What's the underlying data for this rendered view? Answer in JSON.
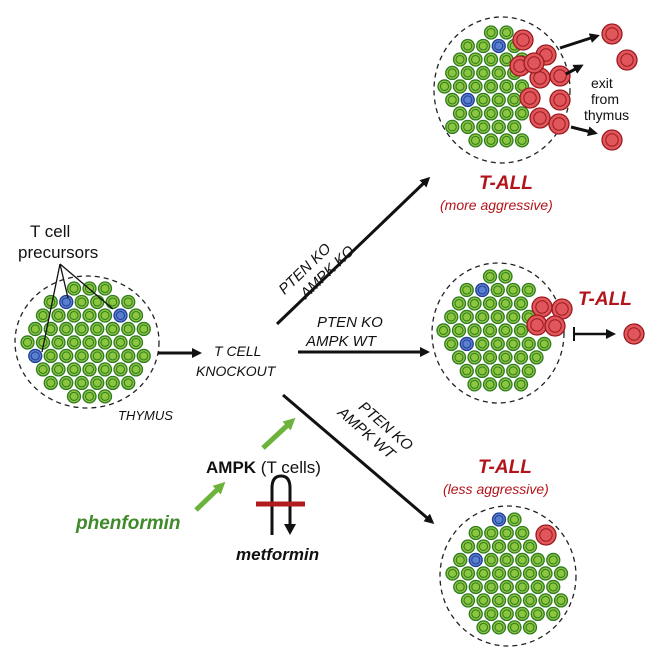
{
  "labels": {
    "precursors_line1": "T cell",
    "precursors_line2": "precursors",
    "thymus": "THYMUS",
    "tcell_ko_line1": "T CELL",
    "tcell_ko_line2": "KNOCKOUT",
    "upper_line1": "PTEN KO",
    "upper_line2": "AMPK KO",
    "middle_line1": "PTEN KO",
    "middle_line2": "AMPK WT",
    "lower_line1": "PTEN KO",
    "lower_line2": "AMPK WT",
    "tall_top": "T-ALL",
    "tall_top_sub": "(more aggressive)",
    "tall_mid": "T-ALL",
    "tall_bottom": "T-ALL",
    "tall_bottom_sub": "(less aggressive)",
    "exit_line1": "exit",
    "exit_line2": "from",
    "exit_line3": "thymus",
    "ampk_bold": "AMPK",
    "ampk_rest": " (T cells)",
    "phenformin": "phenformin",
    "metformin": "metformin"
  },
  "colors": {
    "green_fill": "#8cc63f",
    "green_inner": "#a9d866",
    "green_stroke": "#2f7a22",
    "blue_fill": "#5b7fd0",
    "blue_stroke": "#1f3f91",
    "red_fill": "#e0565b",
    "red_stroke": "#9a1a1f",
    "label_red": "#b3141b",
    "label_green": "#3f8a2a",
    "inhibit_bar": "#b01c1c"
  }
}
